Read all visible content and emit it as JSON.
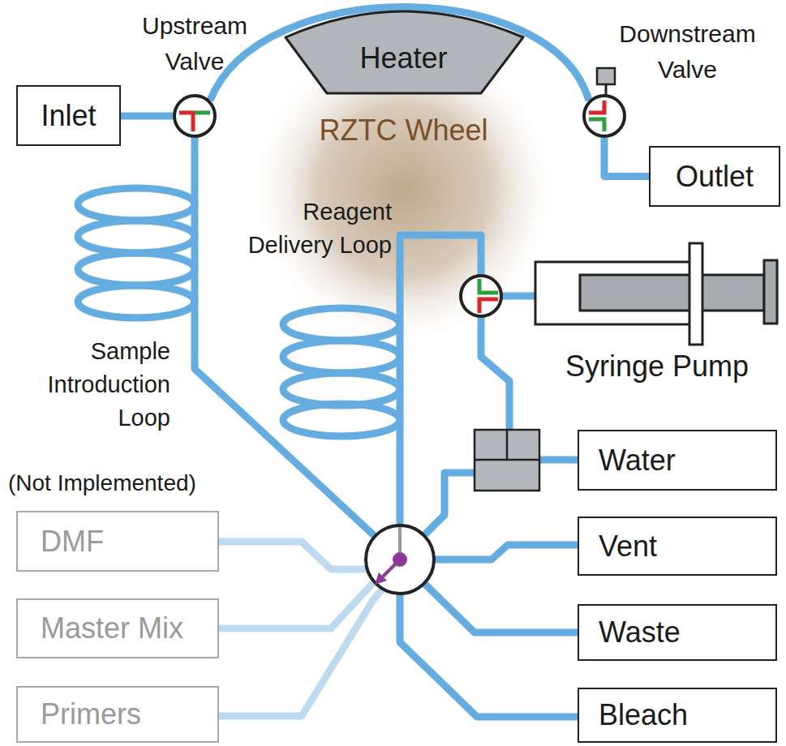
{
  "diagram": {
    "nodes": [
      {
        "text": [
          "Upstream Valve"
        ]
      },
      {
        "text": [
          "Heater"
        ]
      },
      {
        "text": [
          "Downstream Valve"
        ]
      },
      {
        "text": [
          "Inlet"
        ]
      },
      {
        "text": [
          "RZTC Wheel"
        ]
      },
      {
        "text": [
          "Outlet"
        ]
      },
      {
        "text": [
          "Water"
        ]
      },
      {
        "text": [
          "DMF"
        ]
      },
      {
        "text": [
          "Vent"
        ]
      },
      {
        "text": [
          "Master Mix"
        ]
      },
      {
        "text": [
          "Waste"
        ]
      },
      {
        "text": [
          "Primers"
        ]
      },
      {
        "text": [
          "Bleach"
        ]
      }
    ],
    "edges": [
      {
        "from": 3,
        "to": 0,
        "arrow": "none"
      },
      {
        "from": 0,
        "to": 2,
        "arrow": "none"
      },
      {
        "from": 2,
        "to": 5,
        "arrow": "none"
      }
    ],
    "labels": [
      "Sample Introduction Loop",
      "Reagent Delivery Loop",
      "Syringe Pump",
      "(Not Implemented)"
    ]
  }
}
